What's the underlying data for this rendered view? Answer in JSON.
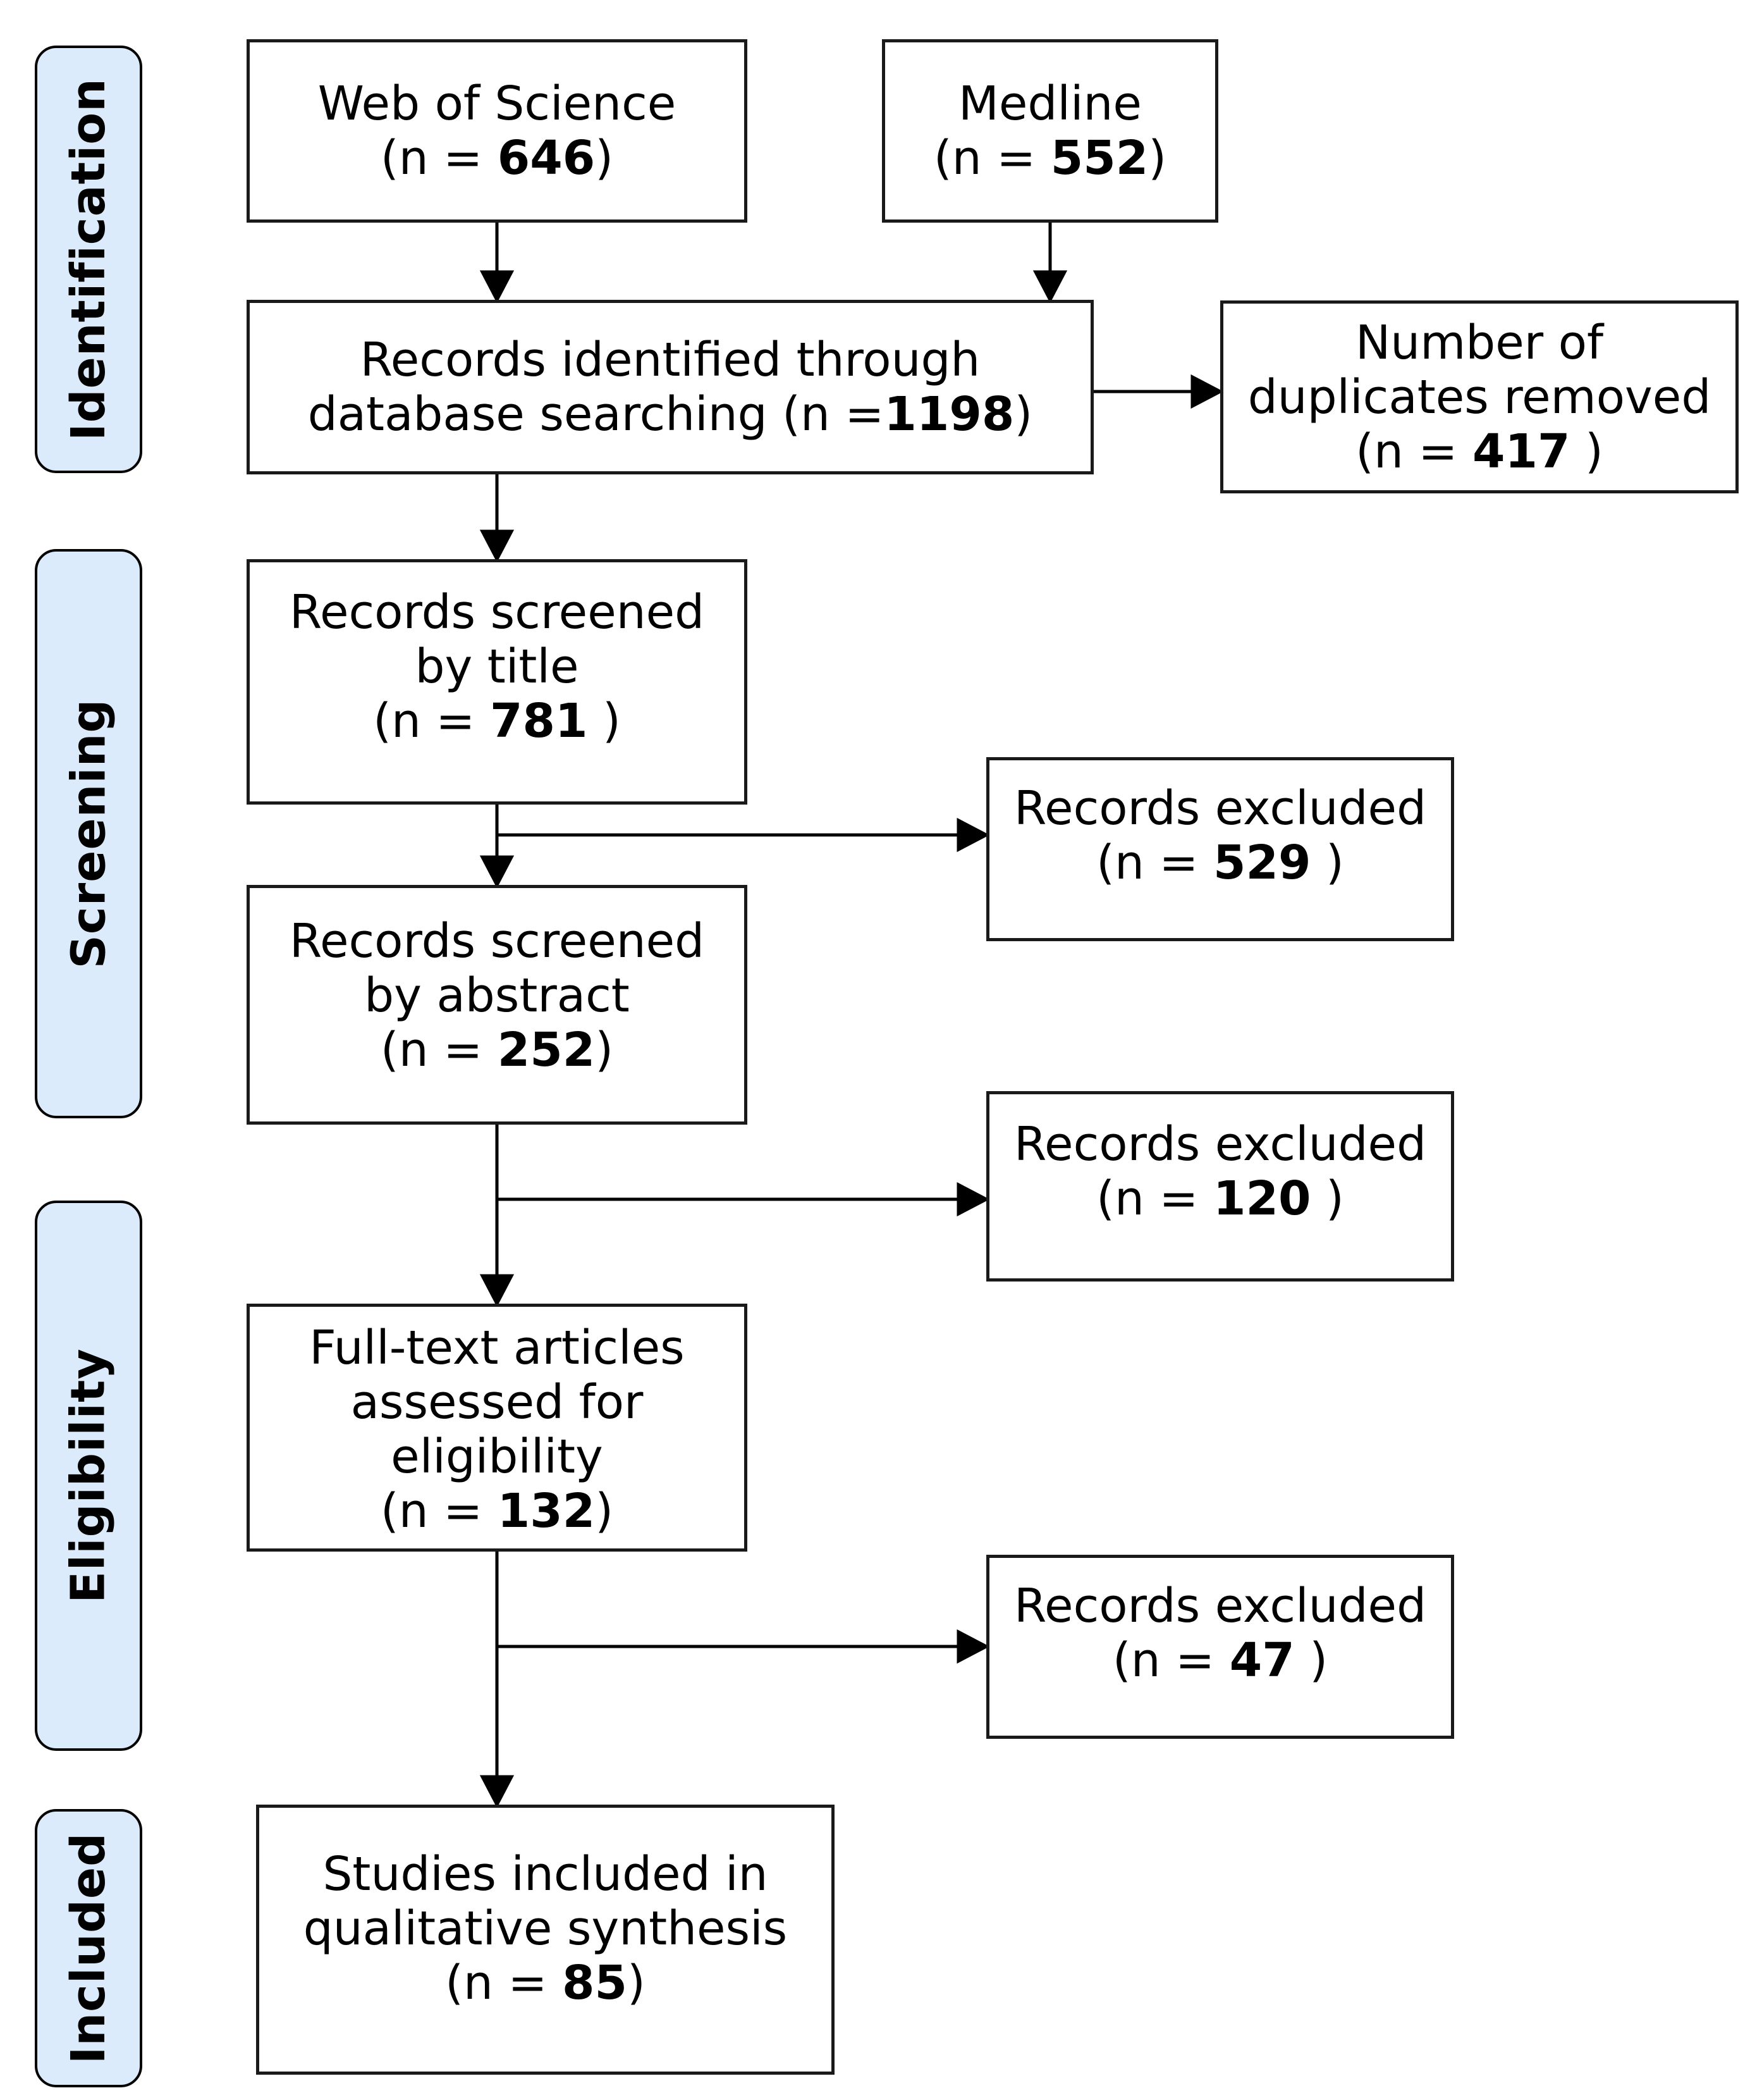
{
  "diagram": {
    "type": "prisma-flowchart",
    "background_color": "#ffffff",
    "stage_fill_color": "#dcebfb",
    "line_color": "#000000"
  },
  "stages": [
    {
      "label": "Identification"
    },
    {
      "label": "Screening"
    },
    {
      "label": "Eligibility"
    },
    {
      "label": "Included"
    }
  ],
  "boxes": {
    "web_of_science": {
      "lines": [
        [
          {
            "t": "Web of Science"
          }
        ],
        [
          {
            "t": "(n = "
          },
          {
            "t": "646",
            "b": true
          },
          {
            "t": ")"
          }
        ]
      ]
    },
    "medline": {
      "lines": [
        [
          {
            "t": "Medline"
          }
        ],
        [
          {
            "t": "(n = "
          },
          {
            "t": "552",
            "b": true
          },
          {
            "t": ")"
          }
        ]
      ]
    },
    "records_identified": {
      "lines": [
        [
          {
            "t": "Records identified through"
          }
        ],
        [
          {
            "t": "database searching (n ="
          },
          {
            "t": "1198",
            "b": true
          },
          {
            "t": ")"
          }
        ]
      ]
    },
    "duplicates_removed": {
      "lines": [
        [
          {
            "t": "Number of"
          }
        ],
        [
          {
            "t": "duplicates removed"
          }
        ],
        [
          {
            "t": "(n = "
          },
          {
            "t": "417",
            "b": true
          },
          {
            "t": " )"
          }
        ]
      ]
    },
    "screened_by_title": {
      "lines": [
        [
          {
            "t": "Records screened"
          }
        ],
        [
          {
            "t": "by title"
          }
        ],
        [
          {
            "t": "(n = "
          },
          {
            "t": "781",
            "b": true
          },
          {
            "t": " )"
          }
        ]
      ]
    },
    "excluded_title": {
      "lines": [
        [
          {
            "t": "Records excluded"
          }
        ],
        [
          {
            "t": "(n = "
          },
          {
            "t": "529",
            "b": true
          },
          {
            "t": " )"
          }
        ]
      ]
    },
    "screened_by_abstract": {
      "lines": [
        [
          {
            "t": "Records screened"
          }
        ],
        [
          {
            "t": "by abstract"
          }
        ],
        [
          {
            "t": "(n = "
          },
          {
            "t": "252",
            "b": true
          },
          {
            "t": ")"
          }
        ]
      ]
    },
    "excluded_abstract": {
      "lines": [
        [
          {
            "t": "Records excluded"
          }
        ],
        [
          {
            "t": "(n = "
          },
          {
            "t": "120",
            "b": true
          },
          {
            "t": " )"
          }
        ]
      ]
    },
    "fulltext_assessed": {
      "lines": [
        [
          {
            "t": "Full-text articles"
          }
        ],
        [
          {
            "t": "assessed for"
          }
        ],
        [
          {
            "t": "eligibility"
          }
        ],
        [
          {
            "t": "(n = "
          },
          {
            "t": "132",
            "b": true
          },
          {
            "t": ")"
          }
        ]
      ]
    },
    "excluded_fulltext": {
      "lines": [
        [
          {
            "t": "Records excluded"
          }
        ],
        [
          {
            "t": "(n = "
          },
          {
            "t": "47",
            "b": true
          },
          {
            "t": " )"
          }
        ]
      ]
    },
    "studies_included": {
      "lines": [
        [
          {
            "t": "Studies included in"
          }
        ],
        [
          {
            "t": "qualitative synthesis"
          }
        ],
        [
          {
            "t": "(n = "
          },
          {
            "t": "85",
            "b": true
          },
          {
            "t": ")"
          }
        ]
      ]
    }
  }
}
